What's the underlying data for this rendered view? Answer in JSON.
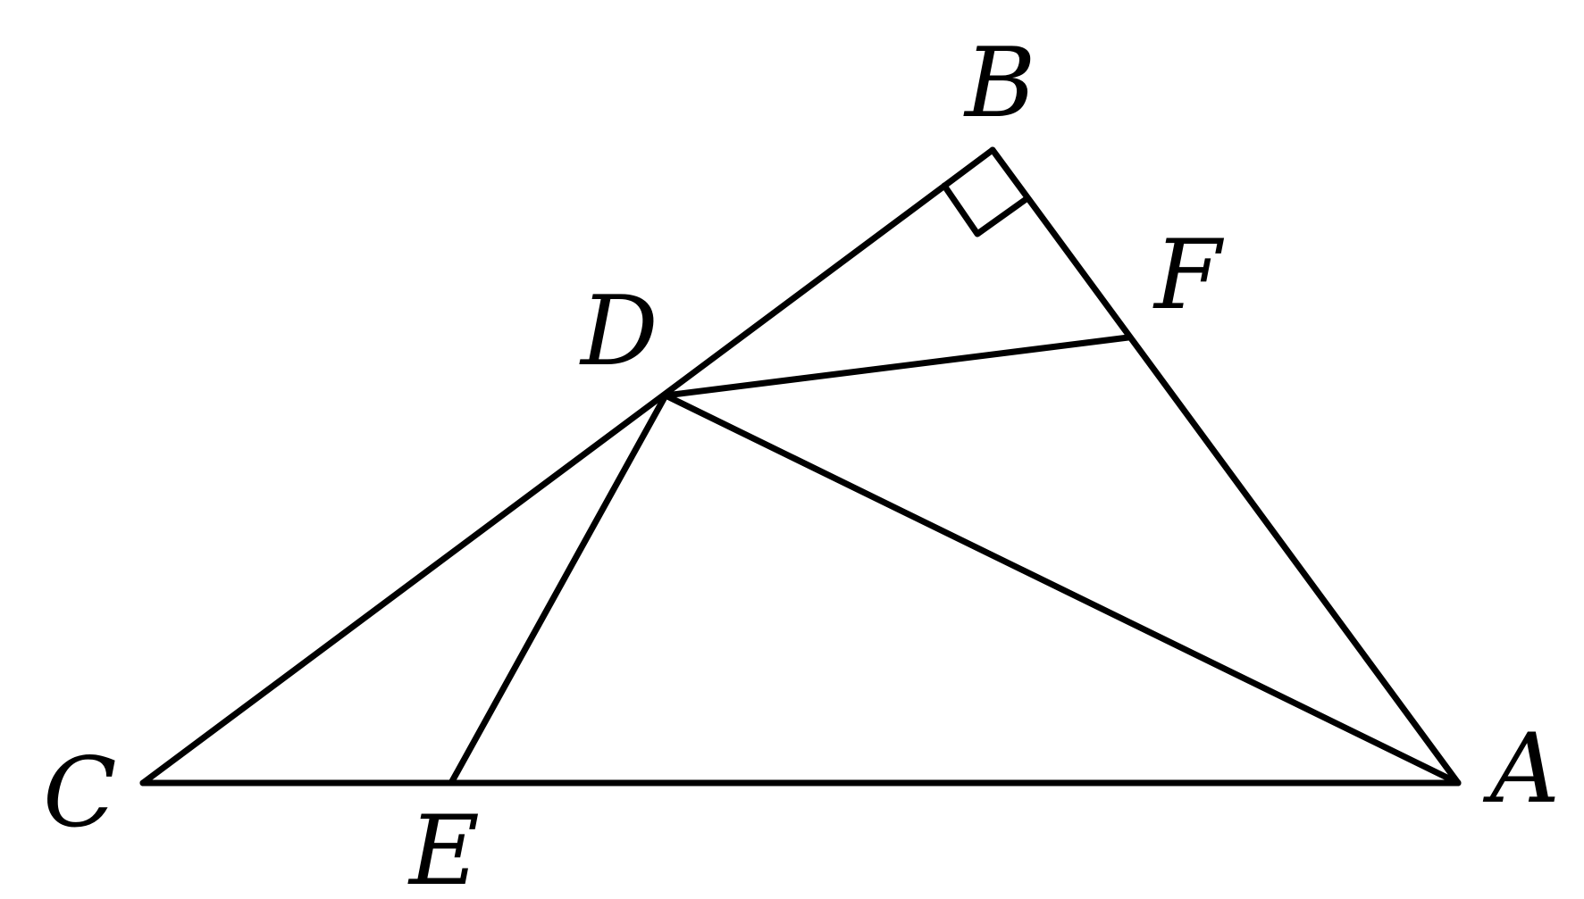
{
  "diagram": {
    "points": {
      "A": "A",
      "B": "B",
      "C": "C",
      "D": "D",
      "E": "E",
      "F": "F"
    },
    "segments": [
      "CB",
      "BA",
      "CA",
      "DA",
      "DF",
      "DE"
    ],
    "right_angle_at": "B",
    "stroke_color": "#000000",
    "background_color": "#ffffff"
  }
}
